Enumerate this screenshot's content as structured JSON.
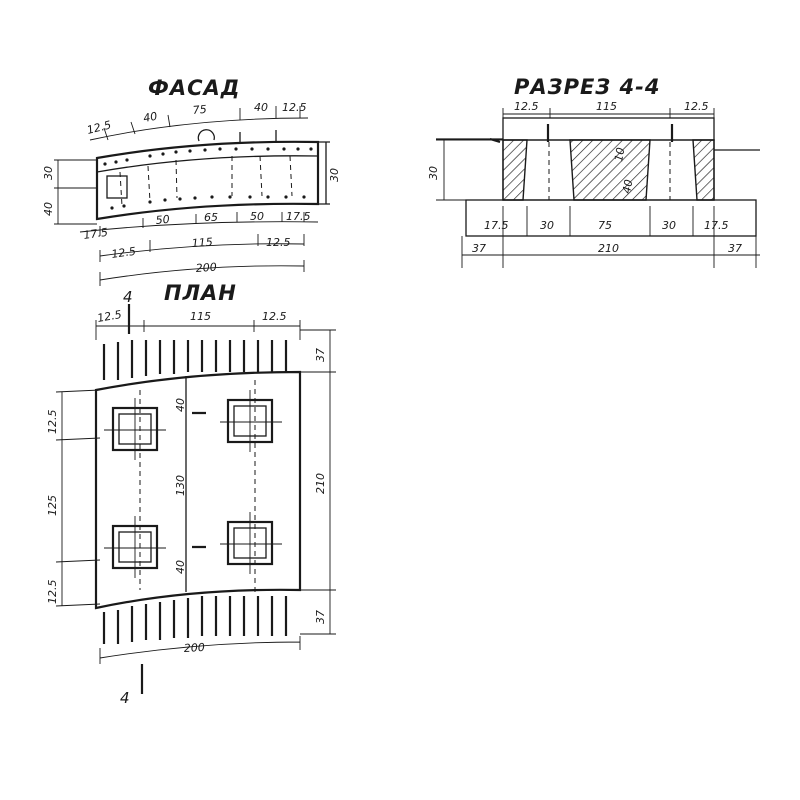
{
  "titles": {
    "facade": "ФАСАД",
    "section": "РАЗРЕЗ 4-4",
    "plan": "ПЛАН"
  },
  "facade": {
    "top_dims": [
      "12.5",
      "40",
      "75",
      "40",
      "12.5"
    ],
    "left_dims": [
      "30",
      "40"
    ],
    "right_dim": "30",
    "bottom_dims_1": [
      "17.5",
      "50",
      "65",
      "50",
      "17.5"
    ],
    "bottom_dims_2": [
      "12.5",
      "115",
      "12.5"
    ],
    "overall": "200"
  },
  "section": {
    "top_dims": [
      "12.5",
      "115",
      "12.5"
    ],
    "height": "30",
    "inner_diag": [
      "10",
      "40"
    ],
    "bottom_dims": [
      "17.5",
      "30",
      "75",
      "30",
      "17.5"
    ],
    "base_dims": [
      "37",
      "210",
      "37"
    ]
  },
  "plan": {
    "section_mark": "4",
    "top_dims": [
      "12.5",
      "115",
      "12.5"
    ],
    "left_dims": [
      "12.5",
      "125",
      "12.5"
    ],
    "center_dims": [
      "40",
      "130",
      "40"
    ],
    "right_dims": [
      "37",
      "210",
      "37"
    ],
    "bottom_dim": "200"
  }
}
